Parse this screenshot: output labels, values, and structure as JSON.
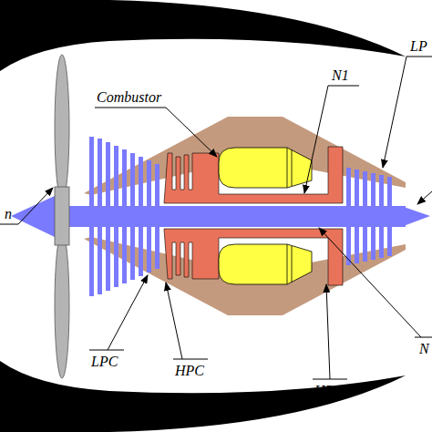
{
  "diagram": {
    "labels": [
      "Combustor",
      "N1",
      "LP",
      "n",
      "LPC",
      "HPC",
      "HPT",
      "N"
    ]
  }
}
